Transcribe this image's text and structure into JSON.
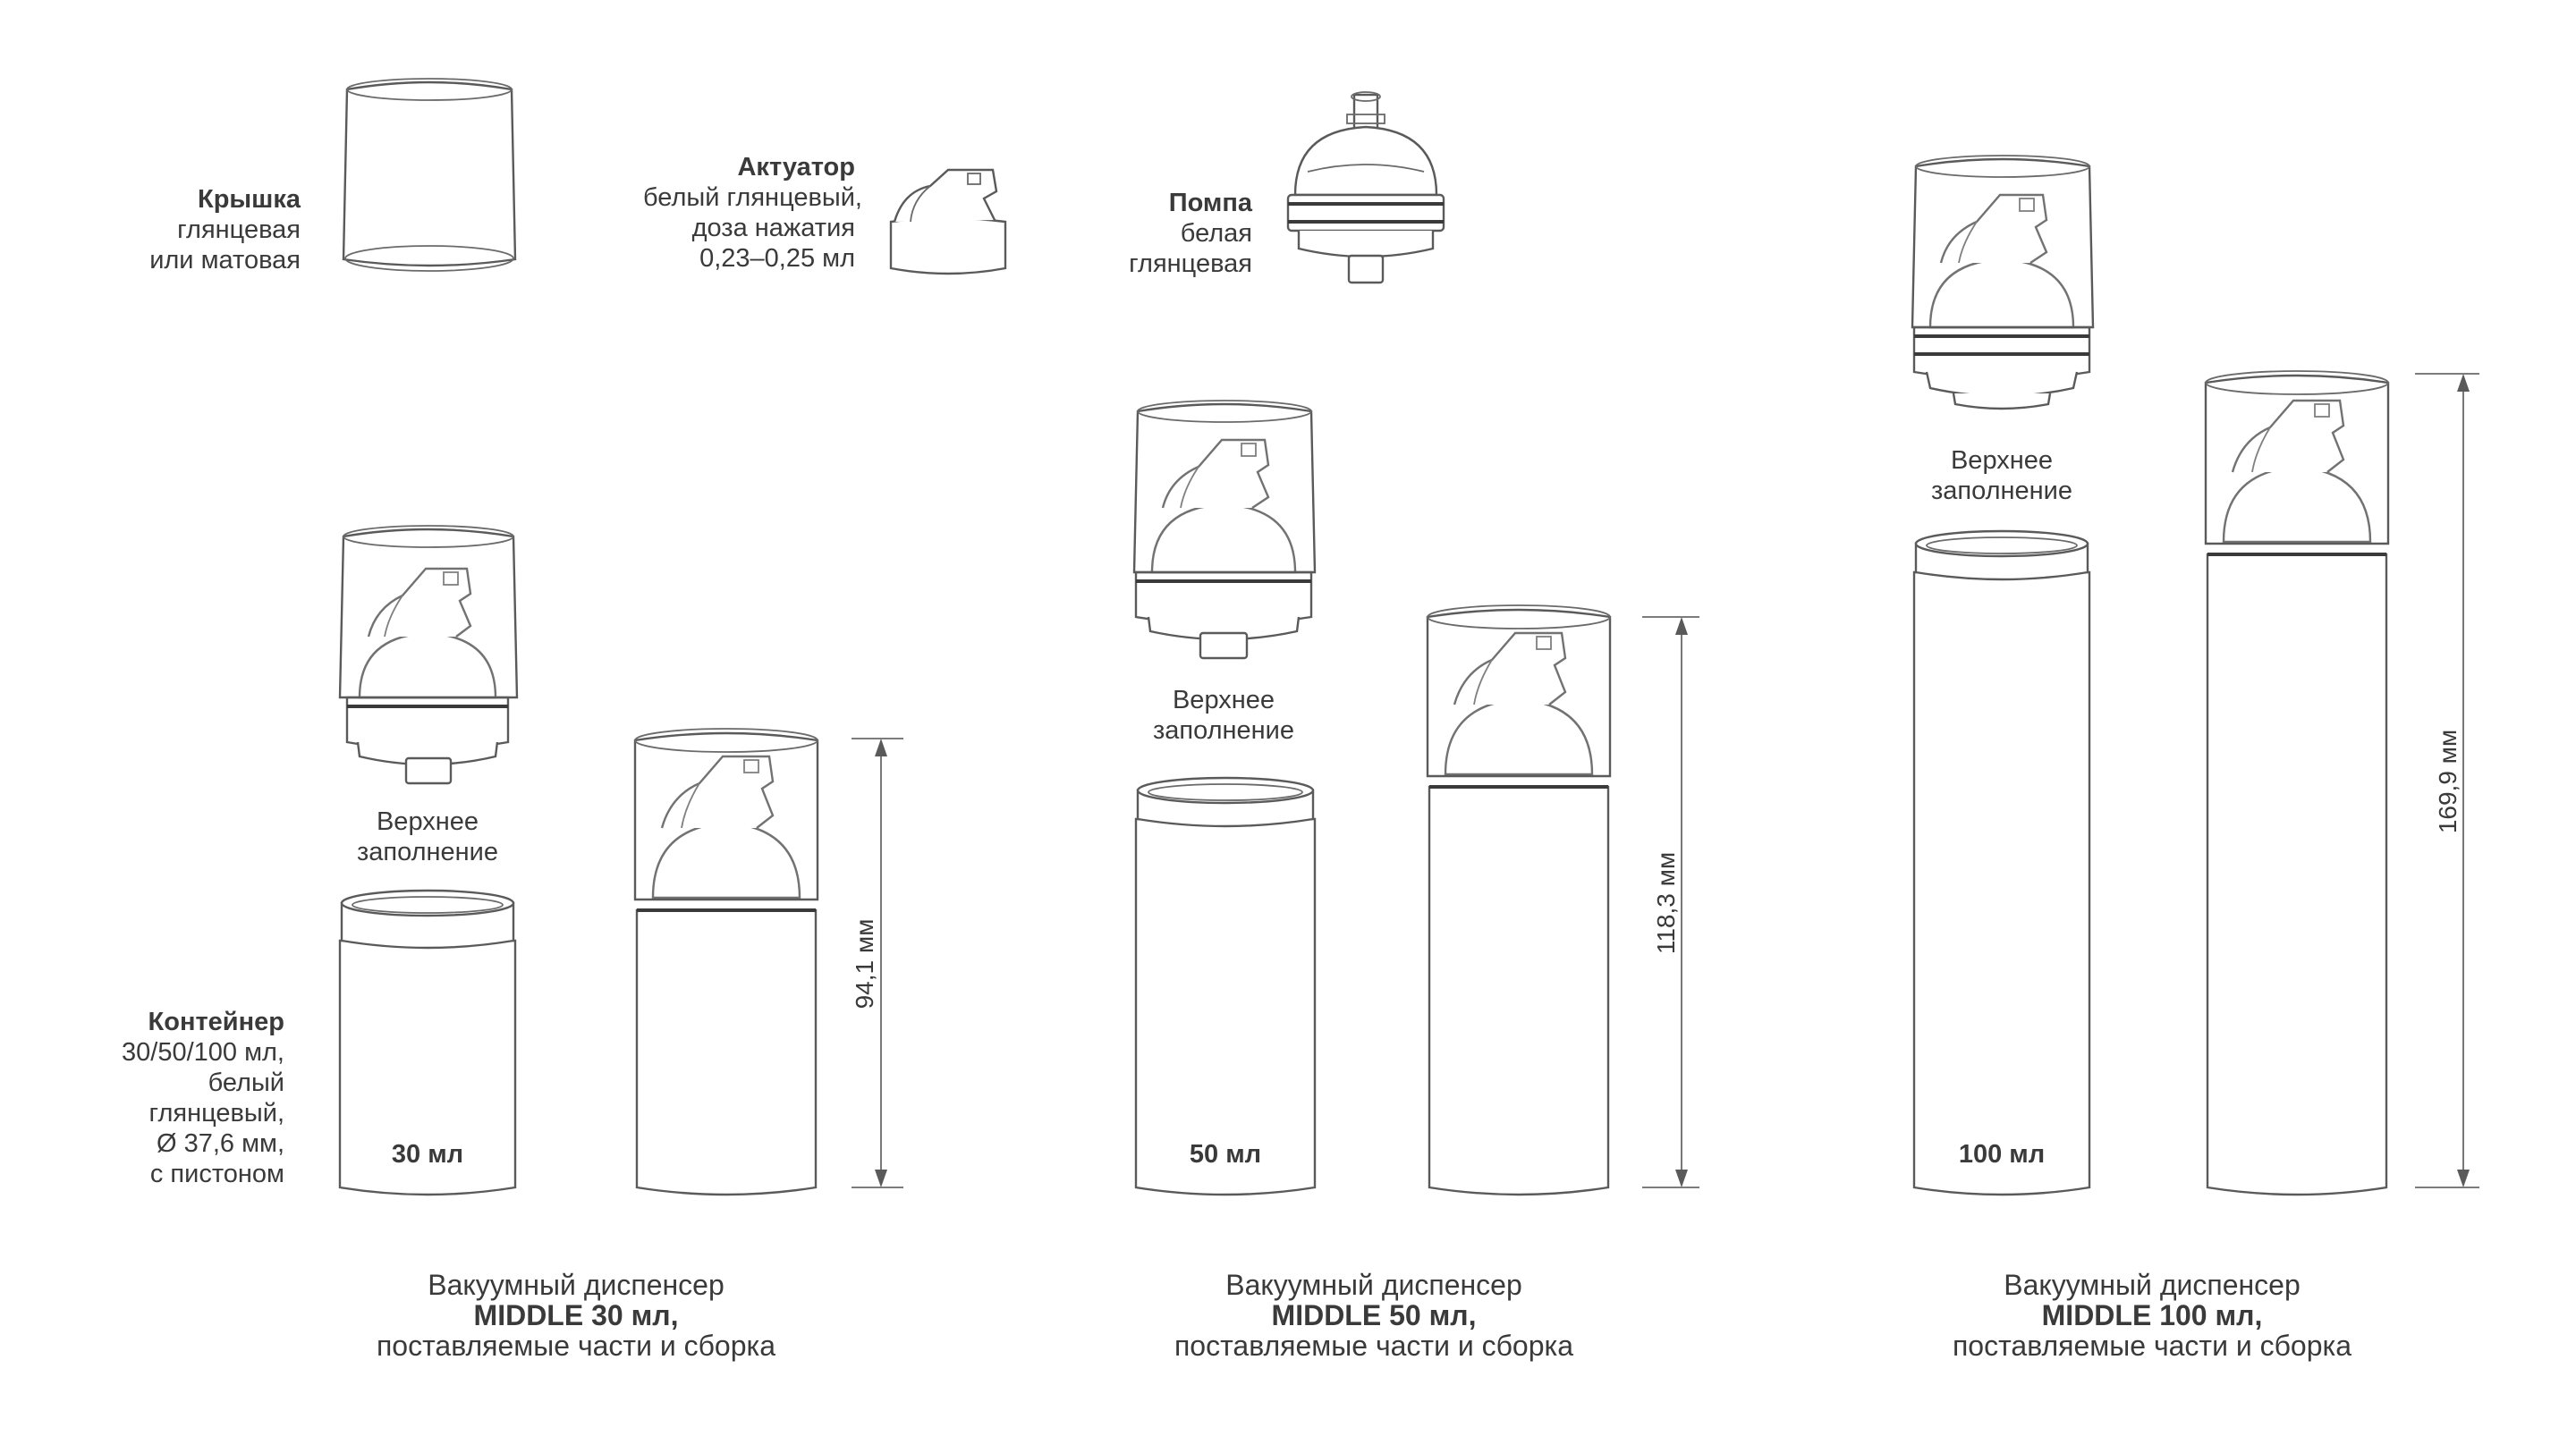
{
  "parts": {
    "cap": {
      "title": "Крышка",
      "lines": [
        "глянцевая",
        "или матовая"
      ]
    },
    "actuator": {
      "title": "Актуатор",
      "lines": [
        "белый глянцевый,",
        "доза нажатия",
        "0,23–0,25 мл"
      ]
    },
    "pump": {
      "title": "Помпа",
      "lines": [
        "белая",
        "глянцевая"
      ]
    },
    "container": {
      "title": "Контейнер",
      "lines": [
        "30/50/100 мл,",
        "белый",
        "глянцевый,",
        "Ø 37,6 мм,",
        "с пистоном"
      ]
    }
  },
  "top_fill": [
    "Верхнее",
    "заполнение"
  ],
  "products": [
    {
      "volume_label": "30 мл",
      "height": "94,1 мм",
      "caption": [
        "Вакуумный диспенсер",
        "MIDDLE 30 мл,",
        "поставляемые части и сборка"
      ]
    },
    {
      "volume_label": "50 мл",
      "height": "118,3 мм",
      "caption": [
        "Вакуумный диспенсер",
        "MIDDLE 50 мл,",
        "поставляемые части и сборка"
      ]
    },
    {
      "volume_label": "100 мл",
      "height": "169,9 мм",
      "caption": [
        "Вакуумный диспенсер",
        "MIDDLE 100 мл,",
        "поставляемые части и сборка"
      ]
    }
  ]
}
